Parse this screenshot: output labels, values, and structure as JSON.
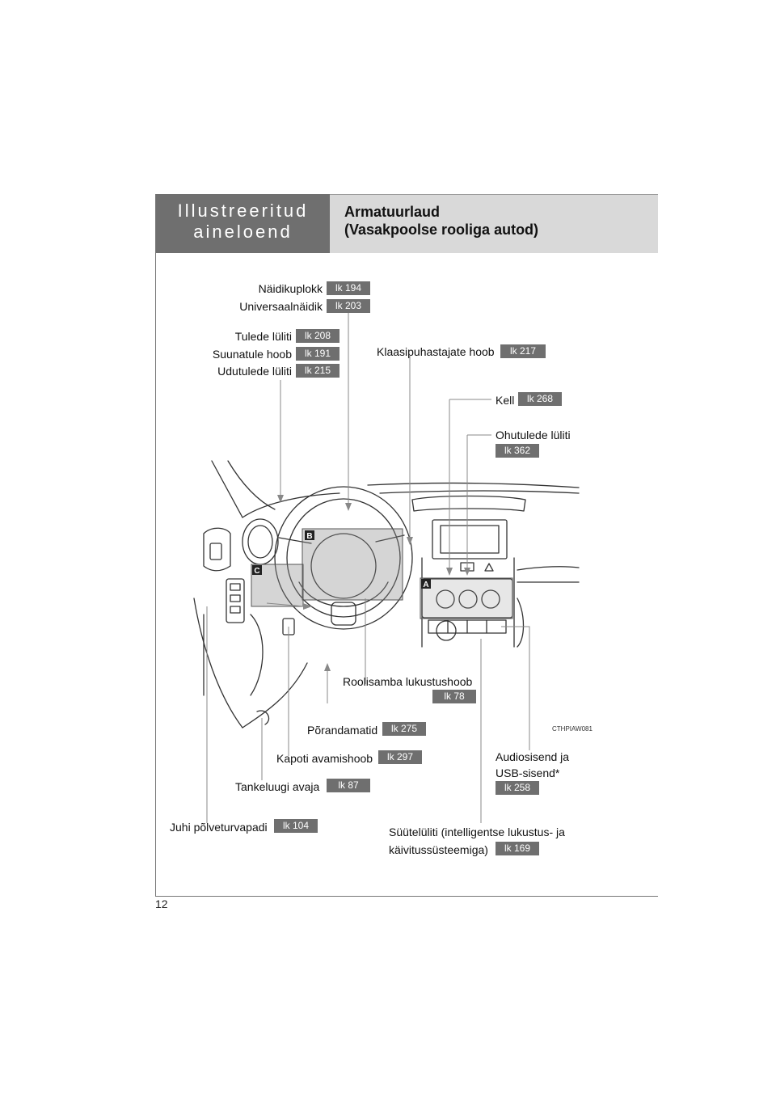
{
  "header": {
    "section_line1": "Illustreeritud",
    "section_line2": "aineloend",
    "title_line1": "Armatuurlaud",
    "title_line2": "(Vasakpoolse rooliga autod)"
  },
  "page_number": "12",
  "image_code": "CTHPIAW081",
  "markers": {
    "a": "A",
    "b": "B",
    "c": "C"
  },
  "labels": {
    "naidikuplokk": "Näidikuplokk",
    "naidikuplokk_page": "lk 194",
    "universaalnaidik": "Universaalnäidik",
    "universaalnaidik_page": "lk 203",
    "tulede_luliti": "Tulede lüliti",
    "tulede_luliti_page": "lk 208",
    "suunatule_hoob": "Suunatule hoob",
    "suunatule_hoob_page": "lk 191",
    "udutulede_luliti": "Udutulede lüliti",
    "udutulede_luliti_page": "lk 215",
    "klaasipuhastajate_hoob": "Klaasipuhastajate hoob",
    "klaasipuhastajate_hoob_page": "lk 217",
    "kell": "Kell",
    "kell_page": "lk 268",
    "ohutulede_luliti": "Ohutulede lüliti",
    "ohutulede_luliti_page": "lk 362",
    "roolisamba": "Roolisamba lukustushoob",
    "roolisamba_page": "lk 78",
    "porandamatid": "Põrandamatid",
    "porandamatid_page": "lk 275",
    "kapoti": "Kapoti avamishoob",
    "kapoti_page": "lk 297",
    "tankeluugi": "Tankeluugi avaja",
    "tankeluugi_page": "lk 87",
    "juhi": "Juhi põlveturvapadi",
    "juhi_page": "lk 104",
    "audiosisend_line1": "Audiosisend ja",
    "audiosisend_line2": "USB-sisend*",
    "audiosisend_page": "lk 258",
    "suutelulti_line1": "Süütelüliti (intelligentse lukustus- ja",
    "suutelulti_line2": "käivitussüsteemiga)",
    "suutelulti_page": "lk 169"
  }
}
